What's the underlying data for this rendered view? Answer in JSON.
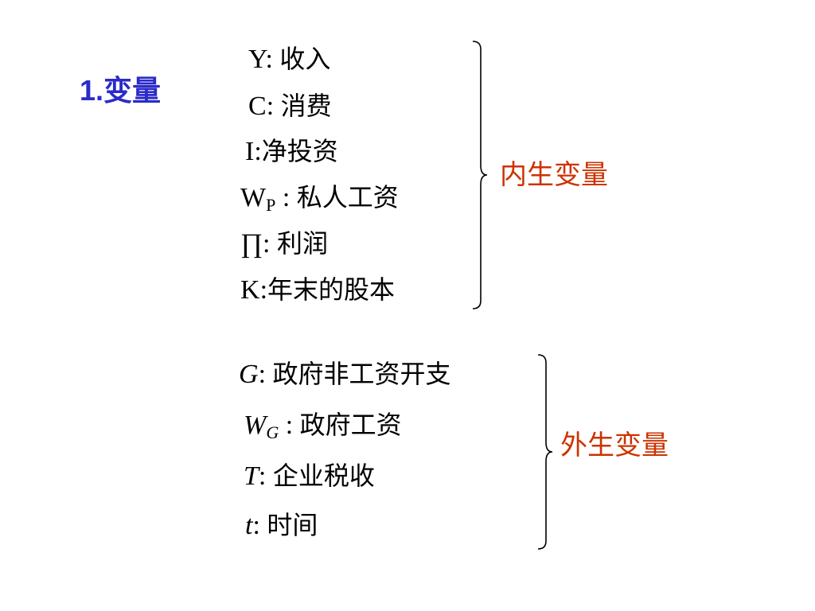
{
  "title": {
    "number": "1.",
    "text": "变量",
    "color": "#2b2bc9"
  },
  "endogenous": {
    "label": "内生变量",
    "label_color": "#cc3300",
    "items": [
      {
        "symbol": "Y",
        "sub": "",
        "sep": ": ",
        "desc": "收入"
      },
      {
        "symbol": "C",
        "sub": "",
        "sep": ": ",
        "desc": "消费"
      },
      {
        "symbol": "I",
        "sub": "",
        "sep": ":",
        "desc": "净投资"
      },
      {
        "symbol": "W",
        "sub": "P",
        "sep": " : ",
        "desc": "私人工资"
      },
      {
        "symbol": "∏",
        "sub": "",
        "sep": ": ",
        "desc": "利润"
      },
      {
        "symbol": "K",
        "sub": "",
        "sep": ":",
        "desc": "年末的股本"
      }
    ]
  },
  "exogenous": {
    "label": "外生变量",
    "label_color": "#cc3300",
    "items": [
      {
        "symbol": "G",
        "sub": "",
        "sep": ": ",
        "desc": "政府非工资开支"
      },
      {
        "symbol": "W",
        "sub": "G",
        "sep": " : ",
        "desc": "政府工资"
      },
      {
        "symbol": "T",
        "sub": "",
        "sep": ": ",
        "desc": "企业税收"
      },
      {
        "symbol": "t",
        "sub": "",
        "sep": ": ",
        "desc": "时间"
      }
    ]
  }
}
